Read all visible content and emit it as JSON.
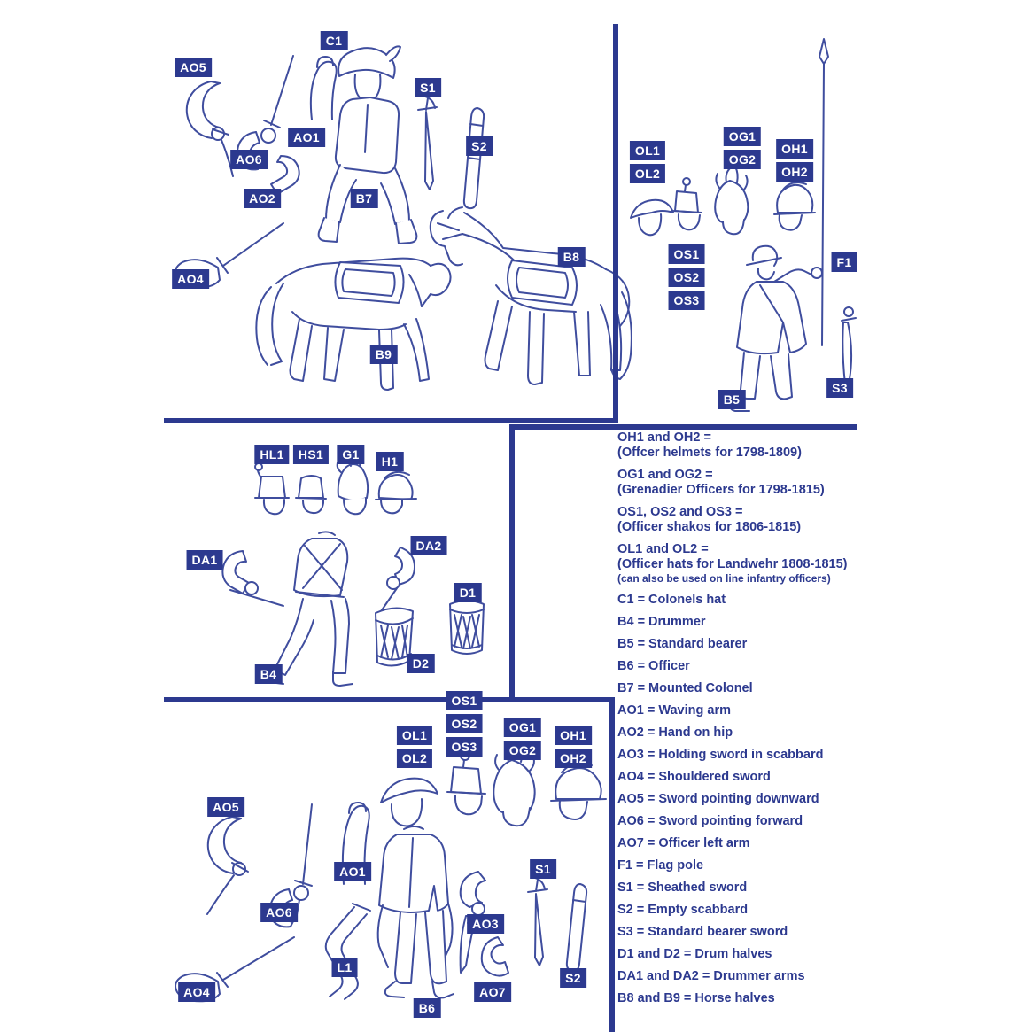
{
  "colors": {
    "navy": "#2c398f",
    "line_art": "#3f4d9e"
  },
  "sections": {
    "mounted_colonel": {
      "badges": [
        "AO5",
        "C1",
        "AO1",
        "AO6",
        "AO2",
        "B7",
        "S1",
        "S2",
        "B8",
        "AO4",
        "B9"
      ]
    },
    "standard_bearer": {
      "badges": [
        "OL1",
        "OL2",
        "OG1",
        "OG2",
        "OH1",
        "OH2",
        "OS1",
        "OS2",
        "OS3",
        "F1",
        "B5",
        "S3"
      ]
    },
    "drummer": {
      "badges": [
        "HL1",
        "HS1",
        "G1",
        "H1",
        "DA1",
        "DA2",
        "D1",
        "D2",
        "B4"
      ]
    },
    "officer": {
      "badges": [
        "OS1",
        "OS2",
        "OS3",
        "OL1",
        "OL2",
        "OG1",
        "OG2",
        "OH1",
        "OH2",
        "AO5",
        "AO1",
        "AO6",
        "AO3",
        "S1",
        "L1",
        "AO4",
        "AO7",
        "S2",
        "B6"
      ]
    }
  },
  "legend": {
    "items": [
      {
        "lines": [
          "OH1 and OH2 =",
          "(Offcer helmets for 1798-1809)"
        ]
      },
      {
        "lines": [
          "OG1 and OG2 =",
          "(Grenadier Officers for 1798-1815)"
        ]
      },
      {
        "lines": [
          "OS1, OS2 and OS3 =",
          "(Officer shakos for 1806-1815)"
        ]
      },
      {
        "lines": [
          "OL1 and OL2 =",
          "(Officer hats for Landwehr 1808-1815)",
          "(can also be used on line infantry officers)"
        ]
      },
      {
        "lines": [
          "C1 = Colonels hat"
        ]
      },
      {
        "lines": [
          "B4 = Drummer"
        ]
      },
      {
        "lines": [
          "B5 = Standard bearer"
        ]
      },
      {
        "lines": [
          "B6 = Officer"
        ]
      },
      {
        "lines": [
          "B7 = Mounted Colonel"
        ]
      },
      {
        "lines": [
          "AO1 = Waving arm"
        ]
      },
      {
        "lines": [
          "AO2 = Hand on hip"
        ]
      },
      {
        "lines": [
          "AO3 = Holding sword in scabbard"
        ]
      },
      {
        "lines": [
          "AO4 = Shouldered sword"
        ]
      },
      {
        "lines": [
          "AO5 = Sword pointing downward"
        ]
      },
      {
        "lines": [
          "AO6 = Sword pointing forward"
        ]
      },
      {
        "lines": [
          "AO7 = Officer left arm"
        ]
      },
      {
        "lines": [
          "F1 = Flag pole"
        ]
      },
      {
        "lines": [
          "S1 = Sheathed sword"
        ]
      },
      {
        "lines": [
          "S2 = Empty scabbard"
        ]
      },
      {
        "lines": [
          "S3 = Standard bearer sword"
        ]
      },
      {
        "lines": [
          "D1 and D2 = Drum halves"
        ]
      },
      {
        "lines": [
          "DA1 and DA2 = Drummer arms"
        ]
      },
      {
        "lines": [
          "B8 and B9 = Horse halves"
        ]
      }
    ]
  }
}
